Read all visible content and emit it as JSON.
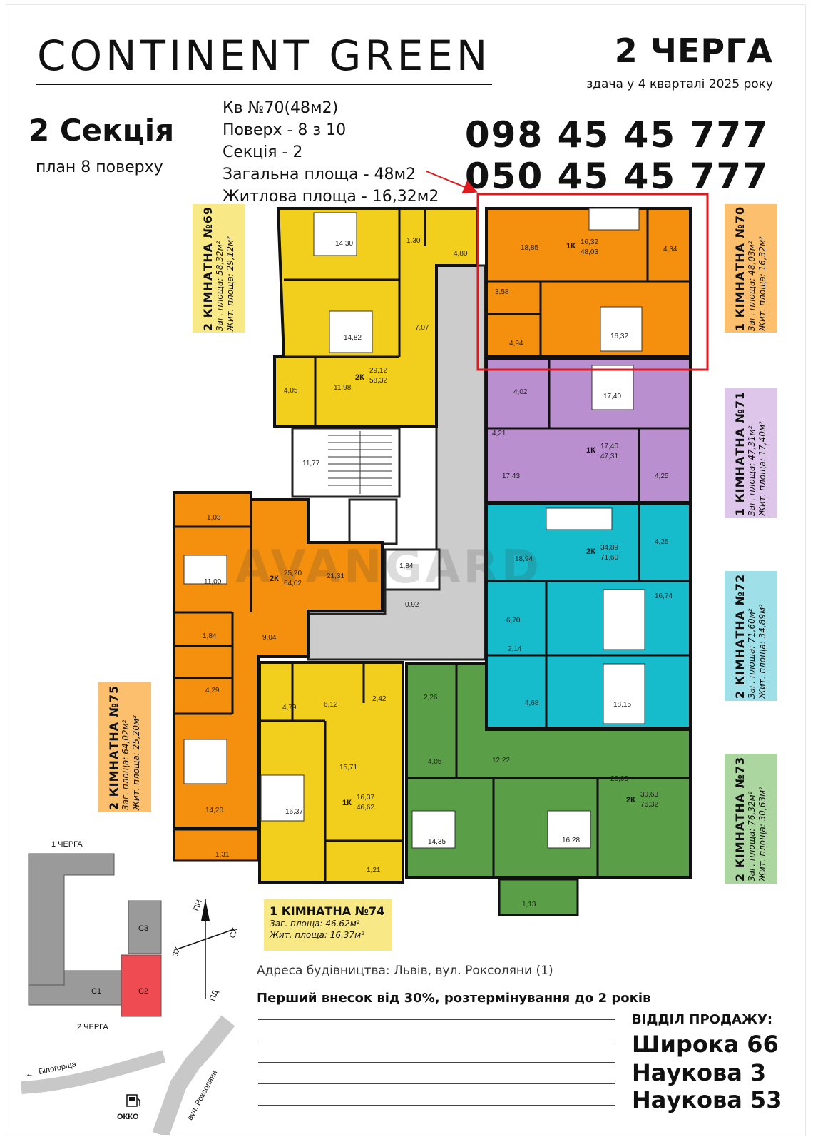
{
  "header": {
    "brand": "CONTINENT GREEN",
    "queue": "2 ЧЕРГА",
    "handover": "здача у 4 кварталі 2025 року",
    "section": "2 Секція",
    "plan": "план 8 поверху",
    "phones": [
      "098 45 45 777",
      "050 45 45 777"
    ]
  },
  "specs": [
    "Кв №70(48м2)",
    "Поверх - 8 з 10",
    "Секція - 2",
    "Загальна площа - 48м2",
    "Житлова площа - 16,32м2"
  ],
  "colors": {
    "yellow": "#f2cf1d",
    "orange": "#f5900f",
    "purple": "#b98fd0",
    "cyan": "#17bccc",
    "green": "#5a9e48",
    "corridor": "#cccccc",
    "highlight": "#e0191f",
    "map_section": "#9a9a9a",
    "map_c2": "#ef4b52"
  },
  "apartments": {
    "a69": {
      "title": "2 КІМНАТНА №69",
      "total": "Заг. площа: 58,32м²",
      "living": "Жит. площа: 29,12м²",
      "bg": "#f9e986"
    },
    "a70": {
      "title": "1 КІМНАТНА №70",
      "total": "Заг. площа: 48,03м²",
      "living": "Жит. площа: 16,32м²",
      "bg": "#fbbf6e"
    },
    "a71": {
      "title": "1 КІМНАТНА №71",
      "total": "Заг. площа: 47,31м²",
      "living": "Жит. площа: 17,40м²",
      "bg": "#ddc6ea"
    },
    "a72": {
      "title": "2 КІМНАТНА №72",
      "total": "Заг. площа: 71,60м²",
      "living": "Жит. площа: 34,89м²",
      "bg": "#9fe0e8"
    },
    "a73": {
      "title": "2 КІМНАТНА №73",
      "total": "Заг. площа: 76,32м²",
      "living": "Жит. площа: 30,63м²",
      "bg": "#acd6a0"
    },
    "a74": {
      "title": "1 КІМНАТНА №74",
      "total": "Заг. площа: 46.62м²",
      "living": "Жит. площа: 16.37м²",
      "bg": "#f9e986"
    },
    "a75": {
      "title": "2 КІМНАТНА №75",
      "total": "Заг. площа: 64,02м²",
      "living": "Жит. площа: 25,20м²",
      "bg": "#fbbf6e"
    }
  },
  "floorplan": {
    "watermark": "AVANGARD",
    "rooms": {
      "r69": [
        "14,30",
        "1,30",
        "4,80",
        "14,82",
        "7,07",
        "4,05",
        "11,98"
      ],
      "r69_sum": [
        "2К",
        "29,12",
        "58,32"
      ],
      "r70": [
        "18,85",
        "4,34",
        "3,58",
        "4,94",
        "16,32"
      ],
      "r70_sum": [
        "1К",
        "16,32",
        "48,03"
      ],
      "r71": [
        "4,02",
        "17,40",
        "4,21",
        "17,43",
        "4,25"
      ],
      "r71_sum": [
        "1К",
        "17,40",
        "47,31"
      ],
      "r72": [
        "18,94",
        "4,25",
        "16,74",
        "6,70",
        "2,14",
        "4,68",
        "18,15"
      ],
      "r72_sum": [
        "2К",
        "34,89",
        "71,60"
      ],
      "r73": [
        "2,26",
        "4,05",
        "12,22",
        "26,03",
        "14,35",
        "16,28",
        "1,13"
      ],
      "r73_sum": [
        "2К",
        "30,63",
        "76,32"
      ],
      "r74": [
        "2,42",
        "4,79",
        "6,12",
        "15,71",
        "16,37",
        "1,21"
      ],
      "r74_sum": [
        "1К",
        "16,37",
        "46,62"
      ],
      "r75": [
        "1,03",
        "11,00",
        "21,31",
        "1,84",
        "9,04",
        "4,29",
        "14,20",
        "1,31"
      ],
      "r75_sum": [
        "2К",
        "25,20",
        "64,02"
      ],
      "core": [
        "11,77",
        "1,84",
        "0,92"
      ]
    }
  },
  "site_map": {
    "queue1": "1 ЧЕРГА",
    "queue2": "2 ЧЕРГА",
    "sections": [
      "С1",
      "С2",
      "С3"
    ],
    "compass": [
      "ПН",
      "СХ",
      "ПД",
      "ЗХ"
    ],
    "street_roksoliany": "вул. Роксоляни",
    "street_bilohorshcha": "Білогорща",
    "station": "ОККО"
  },
  "footer": {
    "address": "Адреса будівництва: Львів, вул. Роксоляни (1)",
    "payment": "Перший внесок від 30%, розтермінування до 2 років",
    "sales_title": "ВІДДІЛ ПРОДАЖУ:",
    "offices": [
      "Широка 66",
      "Наукова 3",
      "Наукова 53"
    ]
  }
}
